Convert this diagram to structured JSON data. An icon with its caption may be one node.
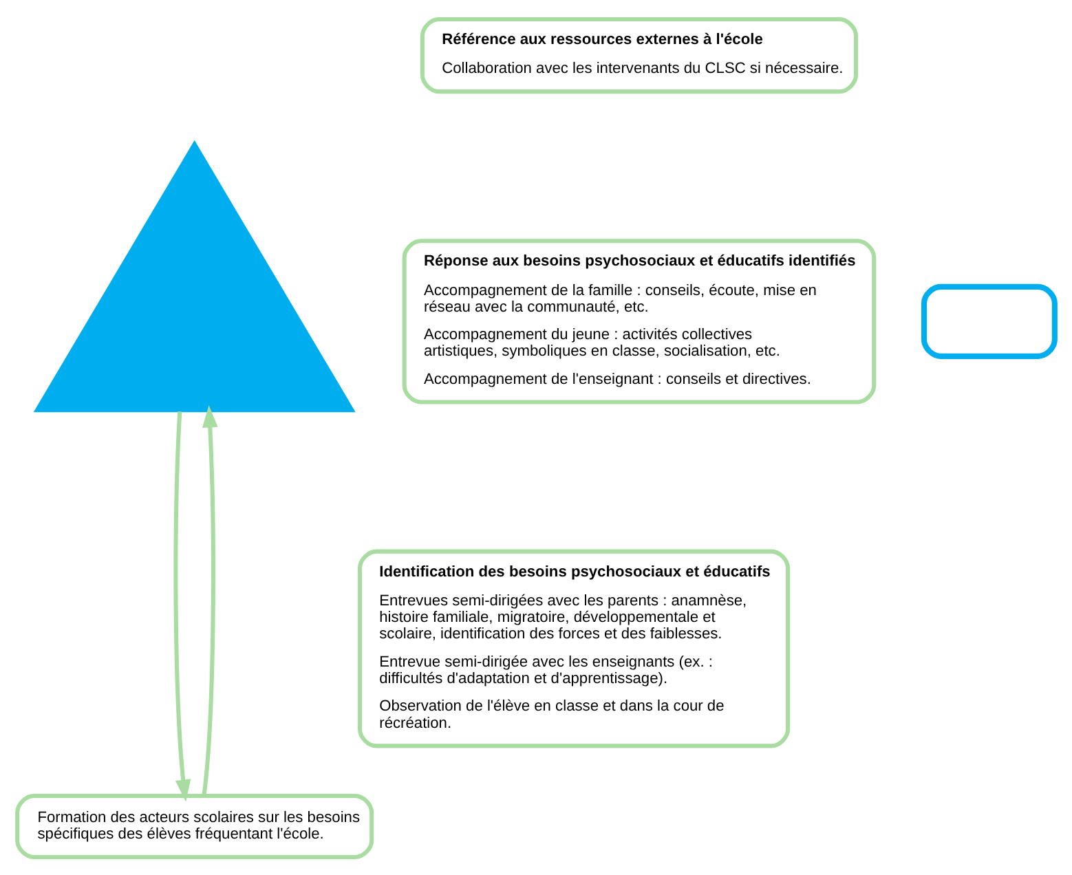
{
  "diagram": {
    "nodes": [
      {
        "text": [],
        "shape": "triangle"
      },
      {
        "text": [
          "Référence aux ressources externes à l'école",
          "Collaboration avec les intervenants du CLSC si nécessaire."
        ]
      },
      {
        "text": [
          "Réponse aux besoins psychosociaux et éducatifs identifiés",
          "Accompagnement de la famille : conseils, écoute, mise en réseau avec la communauté, etc.",
          "Accompagnement du jeune : activités collectives artistiques, symboliques en classe, socialisation, etc.",
          "Accompagnement de l'enseignant : conseils et directives."
        ]
      },
      {
        "text": [
          "Identification des besoins psychosociaux et éducatifs",
          "Entrevues semi-dirigées avec les parents : anamnèse, histoire familiale, migratoire, développementale et scolaire, identification des forces et des faiblesses.",
          "Entrevue semi-dirigée avec les enseignants (ex. : difficultés d'adaptation et d'apprentissage).",
          "Observation de l'élève en classe et dans la cour de récréation."
        ]
      },
      {
        "text": [
          "Formation des acteurs scolaires sur les besoins spécifiques des élèves fréquentant l'école."
        ]
      },
      {
        "text": [],
        "shape": "box"
      }
    ],
    "edges": [
      {
        "from": 0,
        "to": 4,
        "arrow": "to"
      },
      {
        "from": 4,
        "to": 0,
        "arrow": "to"
      }
    ]
  }
}
